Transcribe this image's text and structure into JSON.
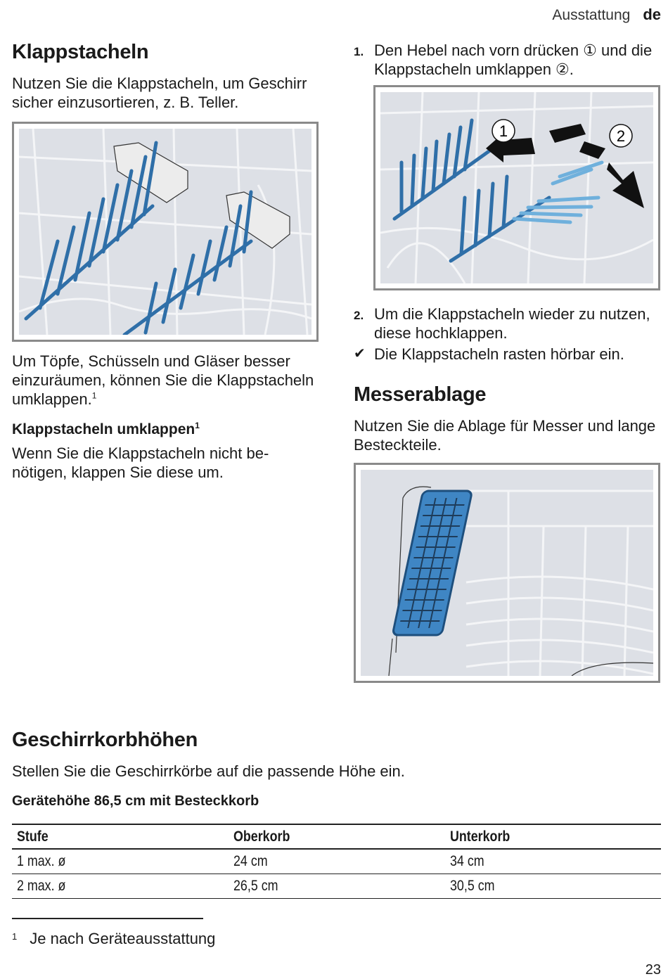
{
  "header": {
    "section": "Ausstattung",
    "lang": "de"
  },
  "klappstacheln": {
    "title": "Klappstacheln",
    "intro": "Nutzen Sie die Klappstacheln, um Geschirr sicher einzusortieren, z. B. Teller.",
    "after_image": "Um Töpfe, Schüsseln und Gläser besser einzuräumen, können Sie die Klappstacheln umklappen.",
    "after_image_sup": "1",
    "sub_title": "Klappstacheln umklappen",
    "sub_title_sup": "1",
    "sub_text": "Wenn Sie die Klappstacheln nicht be-nötigen, klappen Sie diese um."
  },
  "steps": {
    "step1_num": "1.",
    "step1_text": "Den Hebel nach vorn drücken ① und die Klappstacheln umklappen ②.",
    "step2_num": "2.",
    "step2_text": "Um die Klappstacheln wieder zu nutzen, diese hochklappen.",
    "result_icon": "check-icon",
    "result_text": "Die Klappstacheln rasten hörbar ein.",
    "callout1": "1",
    "callout2": "2"
  },
  "messerablage": {
    "title": "Messerablage",
    "text": "Nutzen Sie die Ablage für Messer und lange Besteckteile."
  },
  "geschirrkorb": {
    "title": "Geschirrkorbhöhen",
    "text": "Stellen Sie die Geschirrkörbe auf die passende Höhe ein.",
    "table_title": "Gerätehöhe 86,5 cm mit Besteckkorb",
    "columns": [
      "Stufe",
      "Oberkorb",
      "Unterkorb"
    ],
    "rows": [
      [
        "1 max. ø",
        "24 cm",
        "34 cm"
      ],
      [
        "2 max. ø",
        "26,5 cm",
        "30,5 cm"
      ]
    ]
  },
  "footnote": {
    "mark": "1",
    "text": "Je nach Geräteausstattung"
  },
  "page_number": "23",
  "colors": {
    "accent_blue": "#2f6fa8",
    "light_blue": "#6fb0dc",
    "figure_bg": "#dde0e6",
    "frame": "#8a8a8a"
  }
}
